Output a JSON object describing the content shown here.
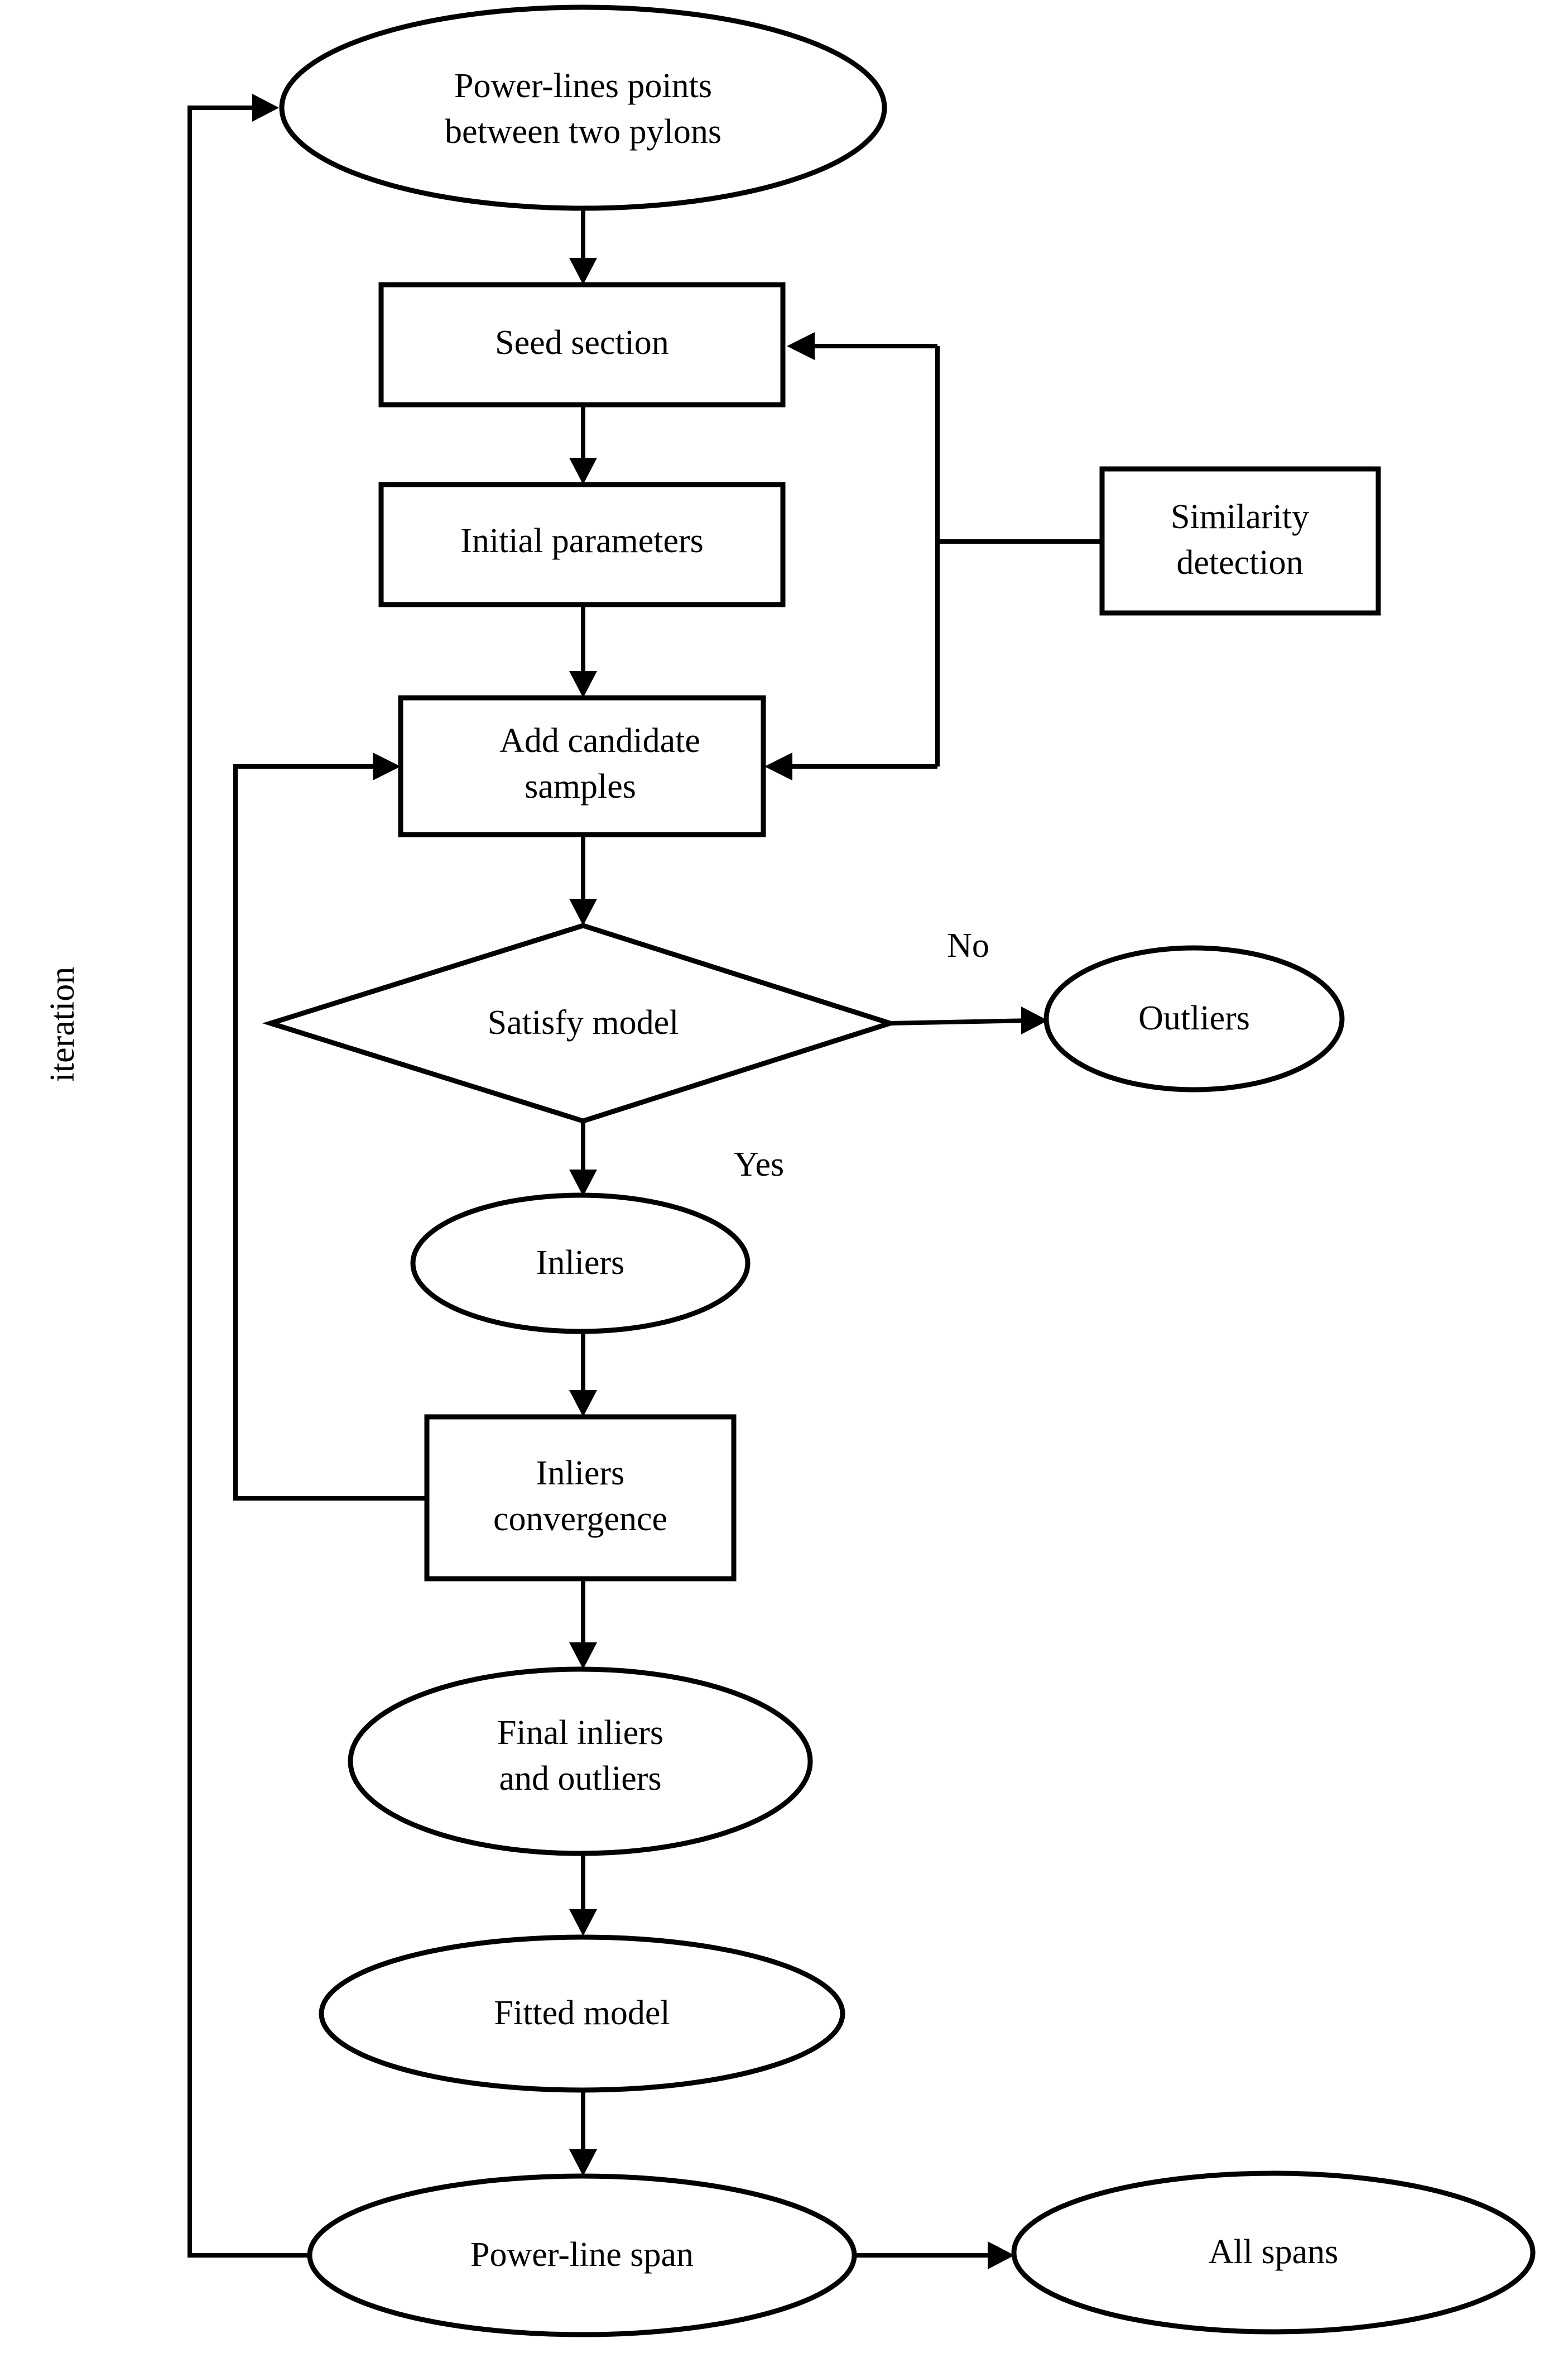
{
  "nodes": {
    "start": {
      "line1": "Power-lines points",
      "line2": "between two pylons"
    },
    "seed": {
      "label": "Seed section"
    },
    "initial": {
      "label": "Initial parameters"
    },
    "similarity": {
      "line1": "Similarity",
      "line2": "detection"
    },
    "add": {
      "line1": "Add candidate",
      "line2": "samples"
    },
    "satisfy": {
      "label": "Satisfy model"
    },
    "outliers": {
      "label": "Outliers"
    },
    "inliers": {
      "label": "Inliers"
    },
    "convergence": {
      "line1": "Inliers",
      "line2": "convergence"
    },
    "final": {
      "line1": "Final inliers",
      "line2": "and outliers"
    },
    "fitted": {
      "label": "Fitted model"
    },
    "span": {
      "label": "Power-line span"
    },
    "all_spans": {
      "label": "All spans"
    }
  },
  "edge_labels": {
    "no": "No",
    "yes": "Yes",
    "iteration": "iteration"
  }
}
